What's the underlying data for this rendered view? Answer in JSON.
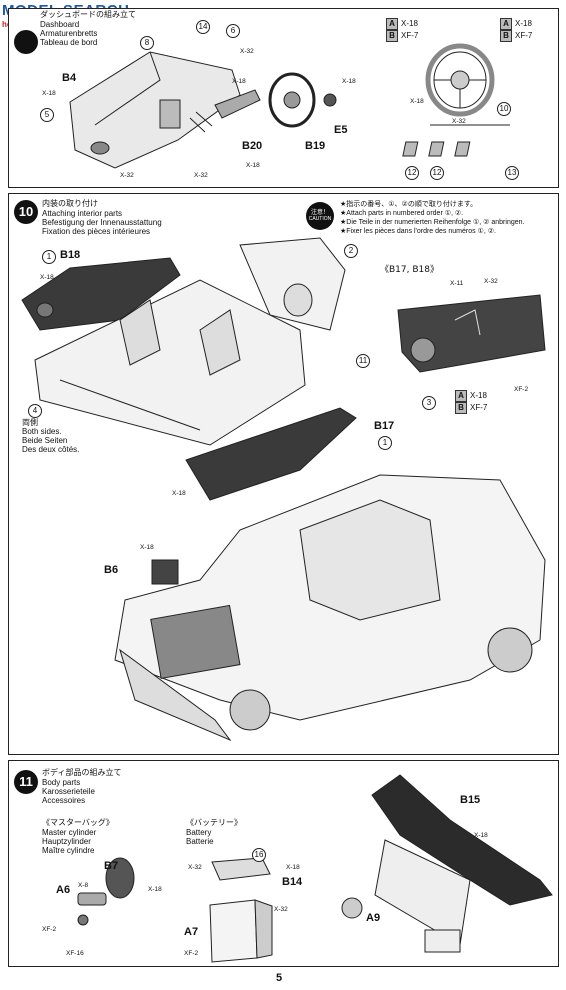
{
  "watermark": {
    "brand": "MODEL SEARCH",
    "sub": "hobbysearch"
  },
  "step9": {
    "title_jp": "ダッシュボードの組み立て",
    "title_en": "Dashboard",
    "title_de": "Armaturenbretts",
    "title_fr": "Tableau de bord",
    "parts": [
      "B4",
      "B20",
      "B19",
      "E5"
    ],
    "callouts": [
      "8",
      "14",
      "6",
      "5",
      "10",
      "12",
      "12",
      "13"
    ],
    "codes": [
      "X-32",
      "X-18",
      "X-32",
      "X-32",
      "X-18",
      "X-18",
      "X-18",
      "X-32",
      "X-18"
    ],
    "legend": [
      {
        "key": "A",
        "code": "X-18"
      },
      {
        "key": "B",
        "code": "XF-7"
      }
    ],
    "legend2": [
      {
        "key": "A",
        "code": "X-18"
      },
      {
        "key": "B",
        "code": "XF-7"
      }
    ]
  },
  "step10": {
    "number": "10",
    "title_jp": "内装の取り付け",
    "title_en": "Attaching interior parts",
    "title_de": "Befestigung der Innenausstattung",
    "title_fr": "Fixation des pièces intérieures",
    "caution_jp": "注意！",
    "caution_en": "CAUTION",
    "notes": [
      "★指示の番号、①、②の順で取り付けます。",
      "★Attach parts in numbered order ①, ②.",
      "★Die Teile in der numerierten Reihenfolge ①, ② anbringen.",
      "★Fixer les pièces dans l'ordre des numéros ①, ②."
    ],
    "parts": [
      "B18",
      "B17",
      "B6"
    ],
    "callouts": [
      "1",
      "2",
      "11",
      "4",
      "1",
      "3"
    ],
    "both_sides": [
      "両側",
      "Both sides.",
      "Beide Seiten",
      "Des deux côtés."
    ],
    "inset_title": "《B17, B18》",
    "codes": [
      "X-18",
      "X-11",
      "X-32",
      "X-18",
      "X-18",
      "XF-2"
    ],
    "legend": [
      {
        "key": "A",
        "code": "X-18"
      },
      {
        "key": "B",
        "code": "XF-7"
      }
    ]
  },
  "step11": {
    "number": "11",
    "title_jp": "ボディ部品の組み立て",
    "title_en": "Body parts",
    "title_de": "Karosserieteile",
    "title_fr": "Accessoires",
    "master": {
      "jp": "《マスターバッグ》",
      "en": "Master cylinder",
      "de": "Hauptzylinder",
      "fr": "Maître cylindre"
    },
    "battery": {
      "jp": "《バッテリー》",
      "en": "Battery",
      "de": "Batterie"
    },
    "parts": [
      "B7",
      "A6",
      "B14",
      "A7",
      "B15",
      "A9"
    ],
    "callout": "16",
    "codes": [
      "X-8",
      "X-18",
      "XF-2",
      "XF-16",
      "X-32",
      "X-18",
      "X-32",
      "XF-2",
      "X-18"
    ]
  },
  "page_number": "5"
}
